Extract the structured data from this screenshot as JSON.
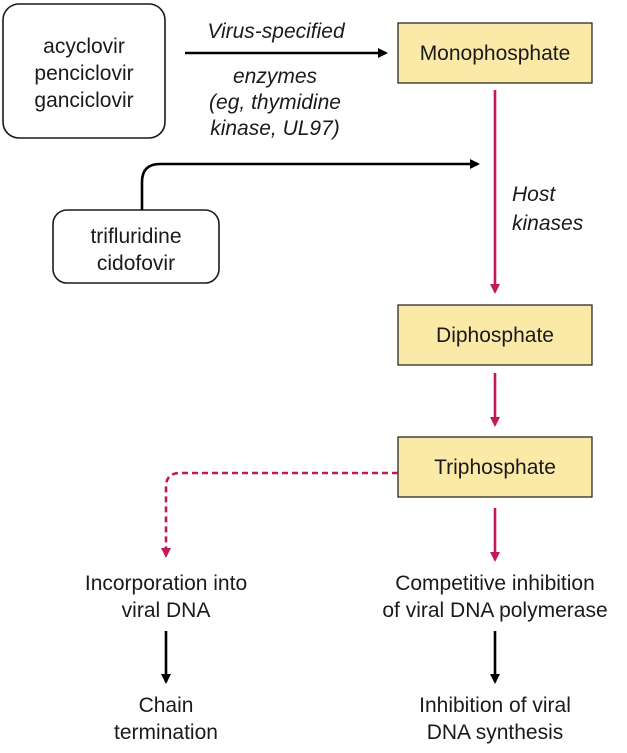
{
  "drugs_group1": [
    "acyclovir",
    "penciclovir",
    "ganciclovir"
  ],
  "drugs_group2": [
    "trifluridine",
    "cidofovir"
  ],
  "virus_enzyme_label": {
    "line1": "Virus-specified",
    "line2": "enzymes",
    "line3": "(eg, thymidine",
    "line4": "kinase, UL97)"
  },
  "host_kinase_label": {
    "line1": "Host",
    "line2": "kinases"
  },
  "phosphates": {
    "mono": "Monophosphate",
    "di": "Diphosphate",
    "tri": "Triphosphate"
  },
  "outcomes": {
    "incorporation": [
      "Incorporation into",
      "viral DNA"
    ],
    "chain_termination": [
      "Chain",
      "termination"
    ],
    "competitive_inhibition": [
      "Competitive inhibition",
      "of viral DNA polymerase"
    ],
    "synthesis_inhibition": [
      "Inhibition of viral",
      "DNA synthesis"
    ]
  },
  "colors": {
    "phosphate_fill": "#fbe9a8",
    "host_arrow": "#c2185b",
    "virus_arrow": "#000000"
  }
}
